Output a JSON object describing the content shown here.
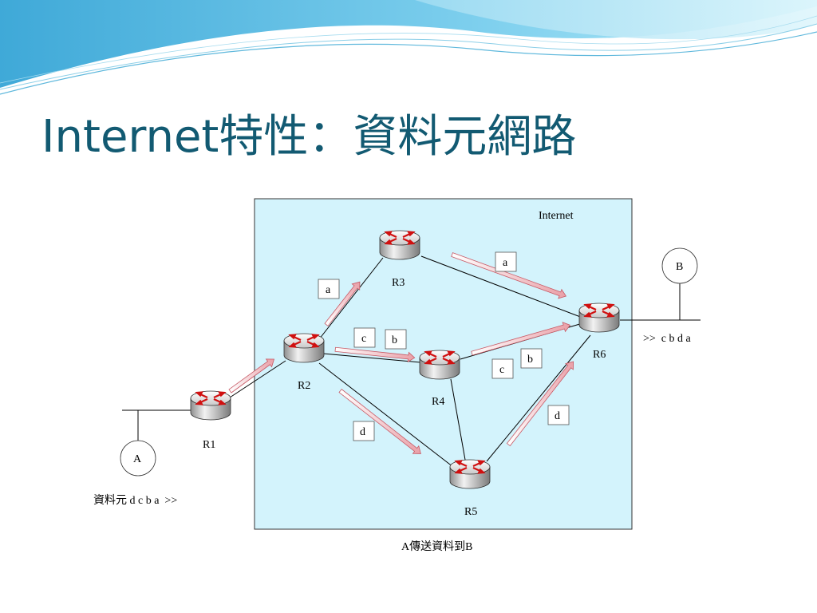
{
  "title": "Internet特性：資料元網路",
  "cloud_label": "Internet",
  "caption": "A傳送資料到B",
  "host_a": "A",
  "host_b": "B",
  "source_text": "資料元 d c b a  >>",
  "dest_text": ">>  c b d a",
  "routers": [
    {
      "id": "R1",
      "label": "R1"
    },
    {
      "id": "R2",
      "label": "R2"
    },
    {
      "id": "R3",
      "label": "R3"
    },
    {
      "id": "R4",
      "label": "R4"
    },
    {
      "id": "R5",
      "label": "R5"
    },
    {
      "id": "R6",
      "label": "R6"
    }
  ],
  "packets": [
    {
      "id": "p1",
      "label": "a"
    },
    {
      "id": "p2",
      "label": "a"
    },
    {
      "id": "p3",
      "label": "c"
    },
    {
      "id": "p4",
      "label": "b"
    },
    {
      "id": "p5",
      "label": "b"
    },
    {
      "id": "p6",
      "label": "c"
    },
    {
      "id": "p7",
      "label": "d"
    },
    {
      "id": "p8",
      "label": "d"
    }
  ]
}
